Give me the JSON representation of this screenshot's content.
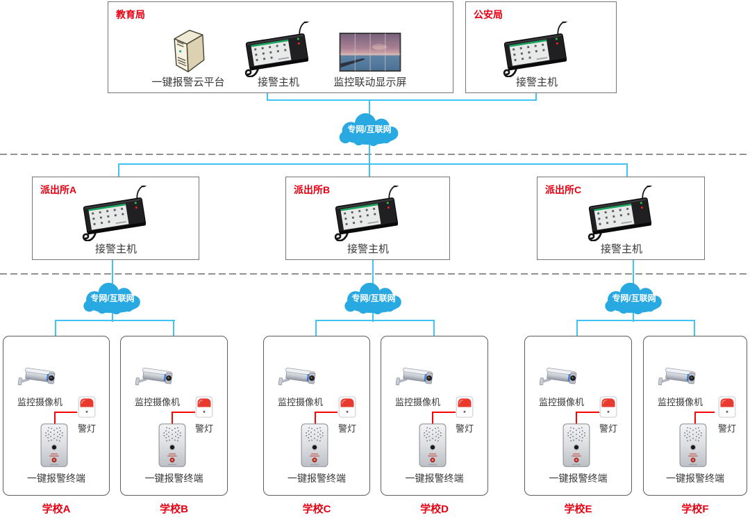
{
  "colors": {
    "line": "#3ec3f2",
    "cloud": "#29a9e1",
    "red": "#e60012",
    "label": "#383838"
  },
  "network_label": "专网/互联网",
  "top": {
    "edu": {
      "title": "教育局",
      "devices": [
        {
          "icon": "server-icon",
          "label": "一键报警云平台"
        },
        {
          "icon": "alarm-host-icon",
          "label": "接警主机"
        },
        {
          "icon": "video-wall-icon",
          "label": "监控联动显示屏"
        }
      ]
    },
    "psb": {
      "title": "公安局",
      "devices": [
        {
          "icon": "alarm-host-icon",
          "label": "接警主机"
        }
      ]
    }
  },
  "police_stations": [
    {
      "title": "派出所A",
      "device_label": "接警主机"
    },
    {
      "title": "派出所B",
      "device_label": "接警主机"
    },
    {
      "title": "派出所C",
      "device_label": "接警主机"
    }
  ],
  "schools": [
    {
      "name": "学校A",
      "camera_label": "监控摄像机",
      "beacon_label": "警灯",
      "terminal_label": "一键报警终端"
    },
    {
      "name": "学校B",
      "camera_label": "监控摄像机",
      "beacon_label": "警灯",
      "terminal_label": "一键报警终端"
    },
    {
      "name": "学校C",
      "camera_label": "监控摄像机",
      "beacon_label": "警灯",
      "terminal_label": "一键报警终端"
    },
    {
      "name": "学校D",
      "camera_label": "监控摄像机",
      "beacon_label": "警灯",
      "terminal_label": "一键报警终端"
    },
    {
      "name": "学校E",
      "camera_label": "监控摄像机",
      "beacon_label": "警灯",
      "terminal_label": "一键报警终端"
    },
    {
      "name": "学校F",
      "camera_label": "监控摄像机",
      "beacon_label": "警灯",
      "terminal_label": "一键报警终端"
    }
  ]
}
